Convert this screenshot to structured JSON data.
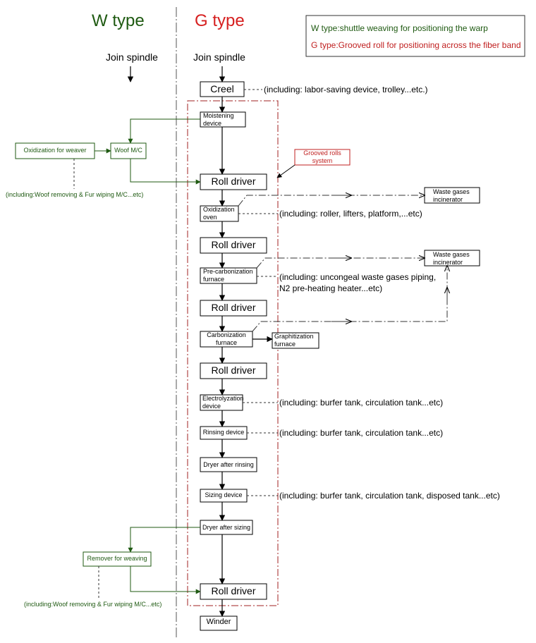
{
  "headers": {
    "w_type": "W type",
    "g_type": "G type"
  },
  "legend": {
    "w_line": "W type:shuttle weaving for positioning the warp",
    "g_line": "G type:Grooved roll for positioning across the fiber band",
    "w_color": "#1f5a12",
    "g_color": "#c02020"
  },
  "join_spindle_w": "Join spindle",
  "join_spindle_g": "Join spindle",
  "grooved_label": {
    "line1": "Grooved rolls",
    "line2": "system"
  },
  "steps": {
    "creel": "Creel",
    "moistening": {
      "line1": "Moistening",
      "line2": "device"
    },
    "roll_driver": "Roll driver",
    "oxidization_oven": {
      "line1": "Oxidization",
      "line2": "oven"
    },
    "precarbonization": {
      "line1": "Pre-carbonization",
      "line2": "furnace"
    },
    "carbonization": {
      "line1": "Carbonization",
      "line2": "furnace"
    },
    "graphitization": {
      "line1": "Graphitization",
      "line2": "furnace"
    },
    "electrolyzation": {
      "line1": "Electrolyzation",
      "line2": "device"
    },
    "rinsing": "Rinsing device",
    "dryer_rinsing": "Dryer after rinsing",
    "sizing": "Sizing device",
    "dryer_sizing": "Dryer after sizing",
    "winder": "Winder"
  },
  "w_side": {
    "oxidization_weaver": "Oxidization for weaver",
    "woof_mc": "Woof M/C",
    "remover_weaving": "Remover for weaving",
    "woof_note_1": "(including:Woof removing & Fur wiping M/C...etc)",
    "woof_note_2": "(including:Woof removing & Fur wiping M/C...etc)"
  },
  "incinerators": {
    "top": {
      "line1": "Waste gases",
      "line2": "incinerator"
    },
    "bottom": {
      "line1": "Waste gases",
      "line2": "incinerator"
    }
  },
  "notes": {
    "creel": "(including: labor-saving device, trolley...etc.)",
    "oven": "(including: roller, lifters, platform,...etc)",
    "precarb_1": "(including: uncongeal waste gases piping,",
    "precarb_2": "N2 pre-heating heater...etc)",
    "electrolyzation": "(including: burfer tank, circulation tank...etc)",
    "rinsing": "(including: burfer tank, circulation tank...etc)",
    "sizing": "(including: burfer tank, circulation tank, disposed tank...etc)"
  }
}
